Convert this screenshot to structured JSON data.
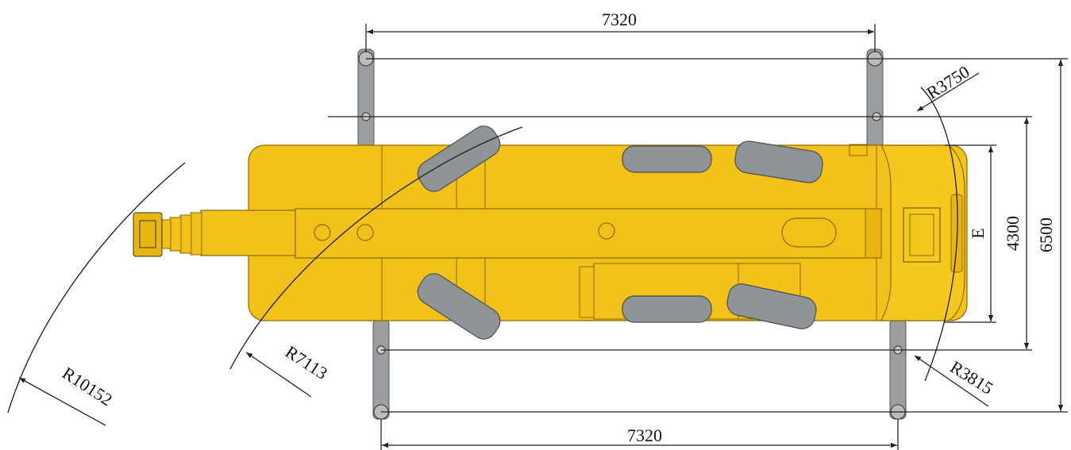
{
  "dimensions": {
    "top_width": "7320",
    "bottom_width": "7320",
    "outrigger_width": "6500",
    "track_width": "4300",
    "e_label": "E",
    "r_small_top": "R3750",
    "r_small_bottom": "R3815",
    "r_mid": "R7113",
    "r_large": "R10152"
  },
  "colors": {
    "body": "#F2C21A",
    "body_edge": "#8a6a00",
    "tire": "#8f9496",
    "tire_edge": "#4a4d4f",
    "outrigger": "#9a9ea1"
  }
}
